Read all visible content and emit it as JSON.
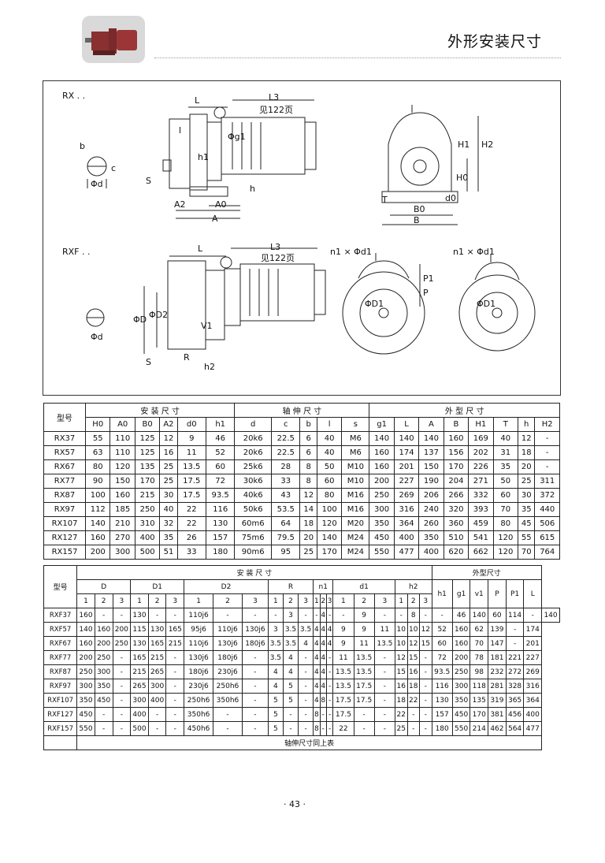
{
  "header": {
    "title": "外形安装尺寸"
  },
  "labels": {
    "rx": "RX . .",
    "rxf": "RXF . .",
    "L": "L",
    "L3": "L3",
    "see_page": "见122页",
    "b": "b",
    "c": "c",
    "d": "Φd",
    "S": "S",
    "l": "l",
    "h1": "h1",
    "g1": "Φg1",
    "h": "h",
    "A2": "A2",
    "A0": "A0",
    "A": "A",
    "H1": "H1",
    "H2": "H2",
    "H0": "H0",
    "T": "T",
    "B0": "B0",
    "d0": "d0",
    "B": "B",
    "n1d1": "n1 × Φd1",
    "P1": "P1",
    "P": "P",
    "D1": "ΦD1",
    "D": "ΦD",
    "D2": "ΦD2",
    "v1": "V1",
    "R": "R",
    "h2": "h2"
  },
  "table1": {
    "model_header": "型号",
    "group_install": "安  装  尺  寸",
    "group_shaft": "轴 伸 尺 寸",
    "group_outer": "外  型  尺  寸",
    "columns": [
      "H0",
      "A0",
      "B0",
      "A2",
      "d0",
      "h1",
      "d",
      "c",
      "b",
      "l",
      "s",
      "g1",
      "L",
      "A",
      "B",
      "H1",
      "T",
      "h",
      "H2"
    ],
    "rows": [
      [
        "RX37",
        "55",
        "110",
        "125",
        "12",
        "9",
        "46",
        "20k6",
        "22.5",
        "6",
        "40",
        "M6",
        "140",
        "140",
        "140",
        "160",
        "169",
        "40",
        "12",
        "-"
      ],
      [
        "RX57",
        "63",
        "110",
        "125",
        "16",
        "11",
        "52",
        "20k6",
        "22.5",
        "6",
        "40",
        "M6",
        "160",
        "174",
        "137",
        "156",
        "202",
        "31",
        "18",
        "-"
      ],
      [
        "RX67",
        "80",
        "120",
        "135",
        "25",
        "13.5",
        "60",
        "25k6",
        "28",
        "8",
        "50",
        "M10",
        "160",
        "201",
        "150",
        "170",
        "226",
        "35",
        "20",
        "-"
      ],
      [
        "RX77",
        "90",
        "150",
        "170",
        "25",
        "17.5",
        "72",
        "30k6",
        "33",
        "8",
        "60",
        "M10",
        "200",
        "227",
        "190",
        "204",
        "271",
        "50",
        "25",
        "311"
      ],
      [
        "RX87",
        "100",
        "160",
        "215",
        "30",
        "17.5",
        "93.5",
        "40k6",
        "43",
        "12",
        "80",
        "M16",
        "250",
        "269",
        "206",
        "266",
        "332",
        "60",
        "30",
        "372"
      ],
      [
        "RX97",
        "112",
        "185",
        "250",
        "40",
        "22",
        "116",
        "50k6",
        "53.5",
        "14",
        "100",
        "M16",
        "300",
        "316",
        "240",
        "320",
        "393",
        "70",
        "35",
        "440"
      ],
      [
        "RX107",
        "140",
        "210",
        "310",
        "32",
        "22",
        "130",
        "60m6",
        "64",
        "18",
        "120",
        "M20",
        "350",
        "364",
        "260",
        "360",
        "459",
        "80",
        "45",
        "506"
      ],
      [
        "RX127",
        "160",
        "270",
        "400",
        "35",
        "26",
        "157",
        "75m6",
        "79.5",
        "20",
        "140",
        "M24",
        "450",
        "400",
        "350",
        "510",
        "541",
        "120",
        "55",
        "615"
      ],
      [
        "RX157",
        "200",
        "300",
        "500",
        "51",
        "33",
        "180",
        "90m6",
        "95",
        "25",
        "170",
        "M24",
        "550",
        "477",
        "400",
        "620",
        "662",
        "120",
        "70",
        "764"
      ]
    ]
  },
  "table2": {
    "model_header": "型号",
    "group_install": "安  装  尺  寸",
    "group_outer": "外型尺寸",
    "sub_groups": [
      "D",
      "D1",
      "D2",
      "R",
      "n1",
      "d1",
      "h2"
    ],
    "sub_index": [
      "1",
      "2",
      "3"
    ],
    "outer_columns": [
      "h1",
      "g1",
      "v1",
      "P",
      "P1",
      "L"
    ],
    "footer": "轴伸尺寸同上表",
    "rows": [
      [
        "RXF37",
        "160",
        "-",
        "-",
        "130",
        "-",
        "-",
        "110j6",
        "-",
        "-",
        "-",
        "3",
        "-",
        "-",
        "4",
        "-",
        "-",
        "9",
        "-",
        "-",
        "8",
        "-",
        "-",
        "46",
        "140",
        "60",
        "114",
        "-",
        "140"
      ],
      [
        "RXF57",
        "140",
        "160",
        "200",
        "115",
        "130",
        "165",
        "95j6",
        "110j6",
        "130j6",
        "3",
        "3.5",
        "3.5",
        "4",
        "4",
        "4",
        "9",
        "9",
        "11",
        "10",
        "10",
        "12",
        "52",
        "160",
        "62",
        "139",
        "-",
        "174"
      ],
      [
        "RXF67",
        "160",
        "200",
        "250",
        "130",
        "165",
        "215",
        "110j6",
        "130j6",
        "180j6",
        "3.5",
        "3.5",
        "4",
        "4",
        "4",
        "4",
        "9",
        "11",
        "13.5",
        "10",
        "12",
        "15",
        "60",
        "160",
        "70",
        "147",
        "-",
        "201"
      ],
      [
        "RXF77",
        "200",
        "250",
        "-",
        "165",
        "215",
        "-",
        "130j6",
        "180j6",
        "-",
        "3.5",
        "4",
        "-",
        "4",
        "4",
        "-",
        "11",
        "13.5",
        "-",
        "12",
        "15",
        "-",
        "72",
        "200",
        "78",
        "181",
        "221",
        "227"
      ],
      [
        "RXF87",
        "250",
        "300",
        "-",
        "215",
        "265",
        "-",
        "180j6",
        "230j6",
        "-",
        "4",
        "4",
        "-",
        "4",
        "4",
        "-",
        "13.5",
        "13.5",
        "-",
        "15",
        "16",
        "-",
        "93.5",
        "250",
        "98",
        "232",
        "272",
        "269"
      ],
      [
        "RXF97",
        "300",
        "350",
        "-",
        "265",
        "300",
        "-",
        "230j6",
        "250h6",
        "-",
        "4",
        "5",
        "-",
        "4",
        "4",
        "-",
        "13.5",
        "17.5",
        "-",
        "16",
        "18",
        "-",
        "116",
        "300",
        "118",
        "281",
        "328",
        "316"
      ],
      [
        "RXF107",
        "350",
        "450",
        "-",
        "300",
        "400",
        "-",
        "250h6",
        "350h6",
        "-",
        "5",
        "5",
        "-",
        "4",
        "8",
        "-",
        "17.5",
        "17.5",
        "-",
        "18",
        "22",
        "-",
        "130",
        "350",
        "135",
        "319",
        "365",
        "364"
      ],
      [
        "RXF127",
        "450",
        "-",
        "-",
        "400",
        "-",
        "-",
        "350h6",
        "-",
        "-",
        "5",
        "-",
        "-",
        "8",
        "-",
        "-",
        "17.5",
        "-",
        "-",
        "22",
        "-",
        "-",
        "157",
        "450",
        "170",
        "381",
        "456",
        "400"
      ],
      [
        "RXF157",
        "550",
        "-",
        "-",
        "500",
        "-",
        "-",
        "450h6",
        "-",
        "-",
        "5",
        "-",
        "-",
        "8",
        "-",
        "-",
        "22",
        "-",
        "-",
        "25",
        "-",
        "-",
        "180",
        "550",
        "214",
        "462",
        "564",
        "477"
      ]
    ]
  },
  "footer": {
    "page": "· 43 ·"
  }
}
